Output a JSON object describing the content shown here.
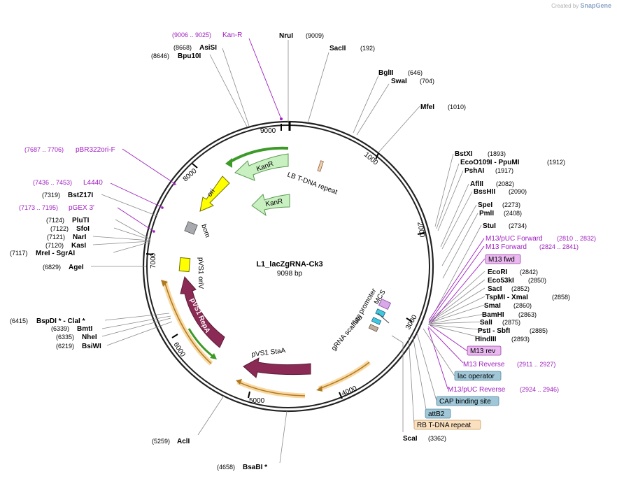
{
  "credit": {
    "prefix": "Created by",
    "brand": "SnapGene"
  },
  "plasmid": {
    "name": "L1_lacZgRNA-Ck3",
    "length": "9098 bp"
  },
  "ticks": [
    "1000",
    "2000",
    "3000",
    "4000",
    "5000",
    "6000",
    "7000",
    "8000",
    "9000"
  ],
  "sites": [
    {
      "name": "NruI",
      "pos": "(9009)"
    },
    {
      "name": "SacII",
      "pos": "(192)"
    },
    {
      "name": "BglII",
      "pos": "(646)"
    },
    {
      "name": "SwaI",
      "pos": "(704)"
    },
    {
      "name": "MfeI",
      "pos": "(1010)"
    },
    {
      "name": "BstXI",
      "pos": "(1893)"
    },
    {
      "name": "EcoO109I - PpuMI",
      "pos": "(1912)"
    },
    {
      "name": "PshAI",
      "pos": "(1917)"
    },
    {
      "name": "AflII",
      "pos": "(2082)"
    },
    {
      "name": "BssHII",
      "pos": "(2090)"
    },
    {
      "name": "SpeI",
      "pos": "(2273)"
    },
    {
      "name": "PmlI",
      "pos": "(2408)"
    },
    {
      "name": "StuI",
      "pos": "(2734)"
    },
    {
      "name": "EcoRI",
      "pos": "(2842)"
    },
    {
      "name": "Eco53kI",
      "pos": "(2850)"
    },
    {
      "name": "SacI",
      "pos": "(2852)"
    },
    {
      "name": "TspMI - XmaI",
      "pos": "(2858)"
    },
    {
      "name": "SmaI",
      "pos": "(2860)"
    },
    {
      "name": "BamHI",
      "pos": "(2863)"
    },
    {
      "name": "SalI",
      "pos": "(2875)"
    },
    {
      "name": "PstI - SbfI",
      "pos": "(2885)"
    },
    {
      "name": "HindIII",
      "pos": "(2893)"
    },
    {
      "name": "ScaI",
      "pos": "(3362)"
    },
    {
      "name": "BsaBI *",
      "pos": "(4658)"
    },
    {
      "name": "AclI",
      "pos": "(5259)"
    },
    {
      "name": "BsiWI",
      "pos": "(6219)"
    },
    {
      "name": "NheI",
      "pos": "(6335)"
    },
    {
      "name": "BmtI",
      "pos": "(6339)"
    },
    {
      "name": "BspDI * - ClaI *",
      "pos": "(6415)"
    },
    {
      "name": "AgeI",
      "pos": "(6829)"
    },
    {
      "name": "MreI - SgrAI",
      "pos": "(7117)"
    },
    {
      "name": "KasI",
      "pos": "(7120)"
    },
    {
      "name": "NarI",
      "pos": "(7121)"
    },
    {
      "name": "SfoI",
      "pos": "(7122)"
    },
    {
      "name": "PluTI",
      "pos": "(7124)"
    },
    {
      "name": "BstZ17I",
      "pos": "(7319)"
    },
    {
      "name": "Bpu10I",
      "pos": "(8646)"
    },
    {
      "name": "AsiSI",
      "pos": "(8668)"
    }
  ],
  "primers": [
    {
      "name": "Kan-R",
      "range": "(9006 .. 9025)"
    },
    {
      "name": "pBR322ori-F",
      "range": "(7687 .. 7706)"
    },
    {
      "name": "L4440",
      "range": "(7436 .. 7453)"
    },
    {
      "name": "pGEX 3'",
      "range": "(7173 .. 7195)"
    },
    {
      "name": "M13/pUC Forward",
      "range": "(2810 .. 2832)"
    },
    {
      "name": "M13 Forward",
      "range": "(2824 .. 2841)"
    },
    {
      "name": "M13 Reverse",
      "range": "(2911 .. 2927)"
    },
    {
      "name": "M13/pUC Reverse",
      "range": "(2924 .. 2946)"
    }
  ],
  "boxed": [
    {
      "name": "M13 fwd",
      "fill": "#e9b9ef",
      "stroke": "#a040a8"
    },
    {
      "name": "M13 rev",
      "fill": "#e9b9ef",
      "stroke": "#a040a8"
    },
    {
      "name": "lac operator",
      "fill": "#9fc7d8",
      "stroke": "#5a8aa0"
    },
    {
      "name": "CAP binding site",
      "fill": "#9fc7d8",
      "stroke": "#5a8aa0"
    },
    {
      "name": "attB2",
      "fill": "#9fc7d8",
      "stroke": "#5a8aa0"
    },
    {
      "name": "RB T-DNA repeat",
      "fill": "#fbe0c0",
      "stroke": "#c89a60"
    }
  ],
  "inner": {
    "kanr1": "KanR",
    "kanr2": "KanR",
    "lb": "LB T-DNA repeat",
    "ori": "ori",
    "bom": "bom",
    "pvs1oriv": "pVS1 oriV",
    "repa": "pVS1 RepA",
    "staa": "pVS1 StaA",
    "lacpromoter": "lac promoter",
    "mcs": "MCS",
    "grna": "gRNA scaffold"
  },
  "colors": {
    "backbone": "#222222",
    "enzyme_line": "#808080",
    "primer": "#a020c0",
    "kanr": "#c8f0c0",
    "ori": "#ffff00",
    "pvs1": "#8b2a55",
    "bom": "#a8aab0",
    "orange_arrow": "#d08c20",
    "green_arrow": "#3c9a28"
  }
}
